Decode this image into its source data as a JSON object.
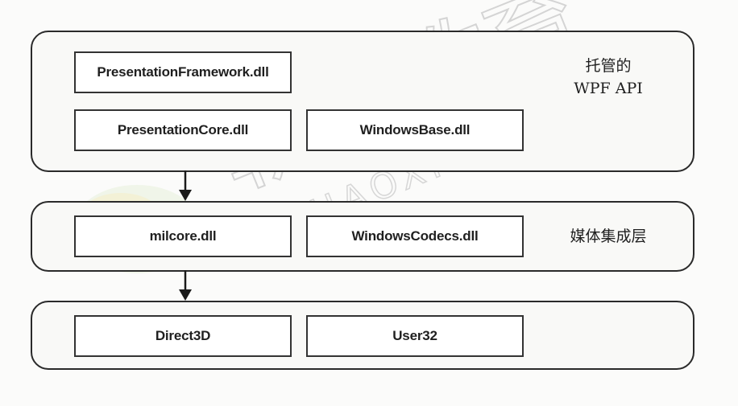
{
  "layers": {
    "managed": {
      "label_line1": "托管的",
      "label_line2": "WPF API",
      "boxes": {
        "presentation_framework": "PresentationFramework.dll",
        "presentation_core": "PresentationCore.dll",
        "windows_base": "WindowsBase.dll"
      }
    },
    "media": {
      "label": "媒体集成层",
      "boxes": {
        "milcore": "milcore.dll",
        "windows_codecs": "WindowsCodecs.dll"
      }
    },
    "os": {
      "boxes": {
        "direct3d": "Direct3D",
        "user32": "User32"
      }
    }
  },
  "watermark": {
    "chinese": "朝夕教育",
    "latin": "ZHAOXI EDU"
  },
  "colors": {
    "stroke": "#2a2a2a",
    "watermark": "#d7d7d7",
    "watermark_logo_green": "#cfe7c4",
    "watermark_logo_yellow": "#f4e7b8"
  }
}
